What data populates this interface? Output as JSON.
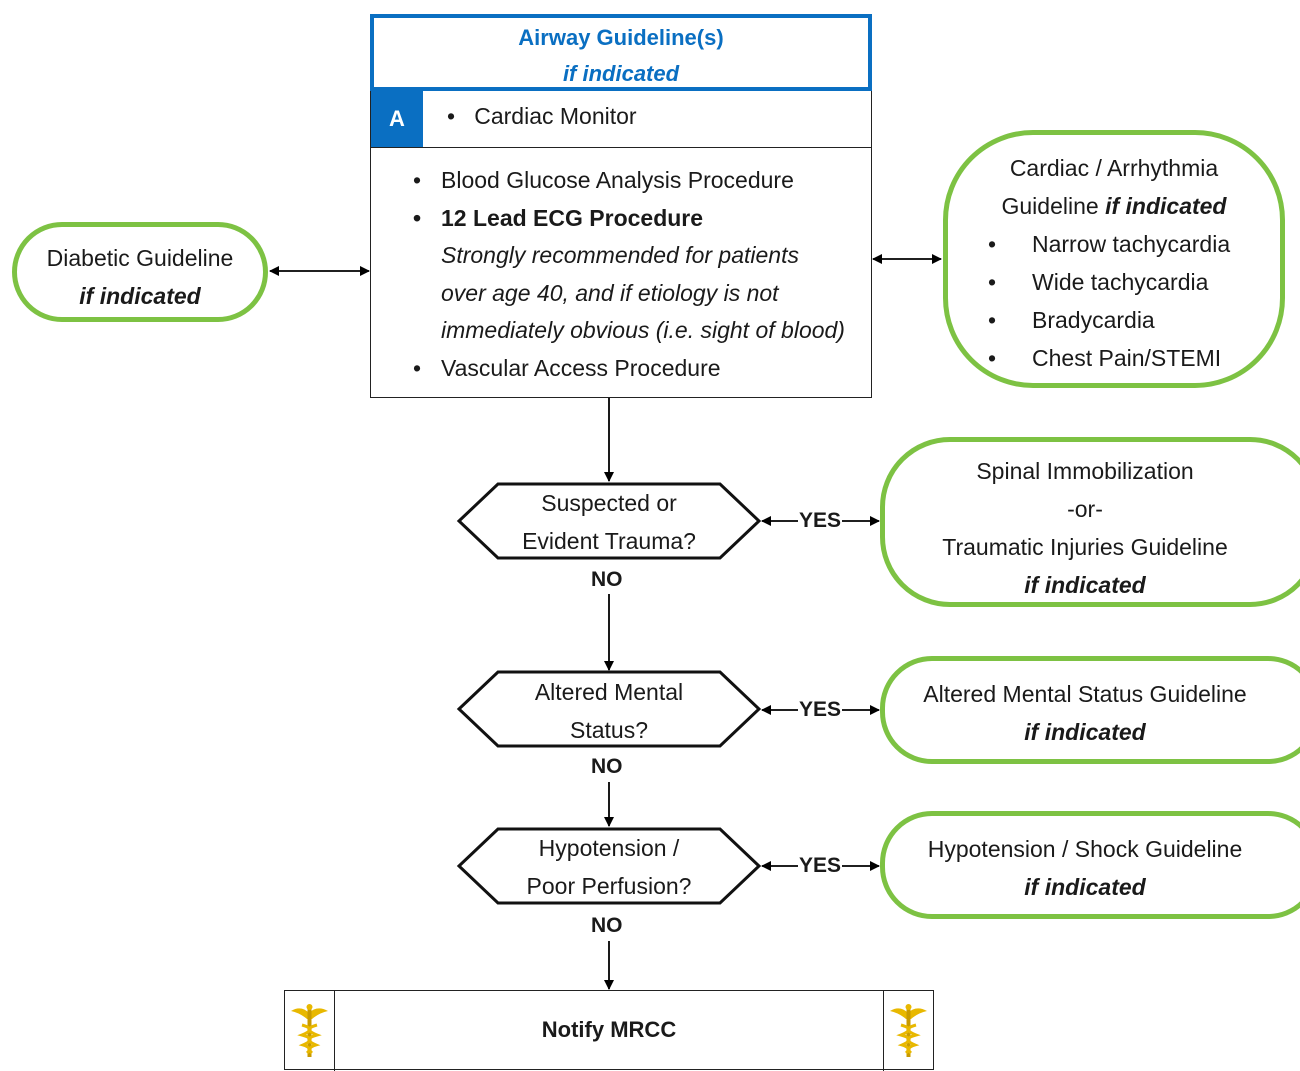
{
  "airway": {
    "title": "Airway Guideline(s)",
    "subtitle": "if indicated"
  },
  "a_row": {
    "badge": "A",
    "item": "Cardiac Monitor"
  },
  "procedures": {
    "item1": "Blood Glucose Analysis Procedure",
    "item2": "12 Lead ECG Procedure",
    "note_line1": "Strongly recommended for patients",
    "note_line2": "over age 40, and if etiology is not",
    "note_line3": "immediately obvious (i.e. sight of blood)",
    "item3": "Vascular Access Procedure"
  },
  "diabetic": {
    "title": "Diabetic Guideline",
    "subtitle": "if indicated"
  },
  "cardiac": {
    "title_line1": "Cardiac / Arrhythmia",
    "title_line2": "Guideline",
    "title_em": "if indicated",
    "items": [
      "Narrow tachycardia",
      "Wide tachycardia",
      "Bradycardia",
      "Chest Pain/STEMI"
    ]
  },
  "decisions": {
    "trauma": {
      "line1": "Suspected or",
      "line2": "Evident Trauma?"
    },
    "mental": {
      "line1": "Altered Mental",
      "line2": "Status?"
    },
    "hypotension": {
      "line1": "Hypotension /",
      "line2": "Poor Perfusion?"
    }
  },
  "labels": {
    "yes": "YES",
    "no": "NO"
  },
  "spinal": {
    "line1": "Spinal Immobilization",
    "line2": "-or-",
    "line3": "Traumatic Injuries Guideline",
    "subtitle": "if indicated"
  },
  "ams_box": {
    "title": "Altered Mental Status Guideline",
    "subtitle": "if indicated"
  },
  "hypo_box": {
    "title": "Hypotension / Shock Guideline",
    "subtitle": "if indicated"
  },
  "notify": {
    "title": "Notify MRCC",
    "icon": "caduceus-icon"
  },
  "colors": {
    "blue": "#0a6fc2",
    "green": "#7dc243",
    "gold": "#e8b800"
  }
}
